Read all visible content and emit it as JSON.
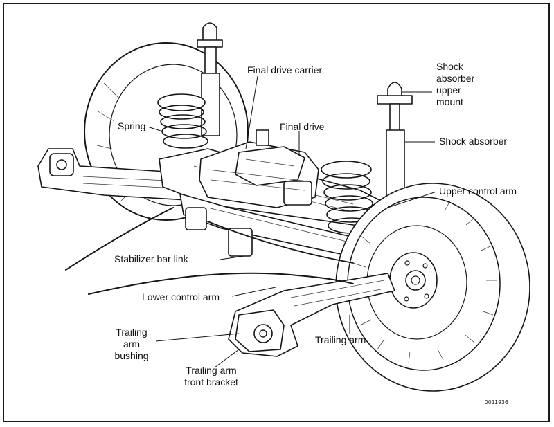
{
  "labels": {
    "final_drive_carrier": "Final drive carrier",
    "final_drive": "Final drive",
    "spring": "Spring",
    "shock_absorber_upper_mount": [
      "Shock",
      "absorber",
      "upper",
      "mount"
    ],
    "shock_absorber": "Shock absorber",
    "upper_control_arm": "Upper control arm",
    "stabilizer_bar_link": "Stabilizer bar link",
    "lower_control_arm": "Lower control arm",
    "trailing_arm_bushing": [
      "Trailing",
      "arm",
      "bushing"
    ],
    "trailing_arm_front_bracket": [
      "Trailing arm",
      "front bracket"
    ],
    "trailing_arm": "Trailing arm"
  },
  "figure_code": "0011936",
  "colors": {
    "ink": "#151515",
    "paper": "#ffffff"
  }
}
